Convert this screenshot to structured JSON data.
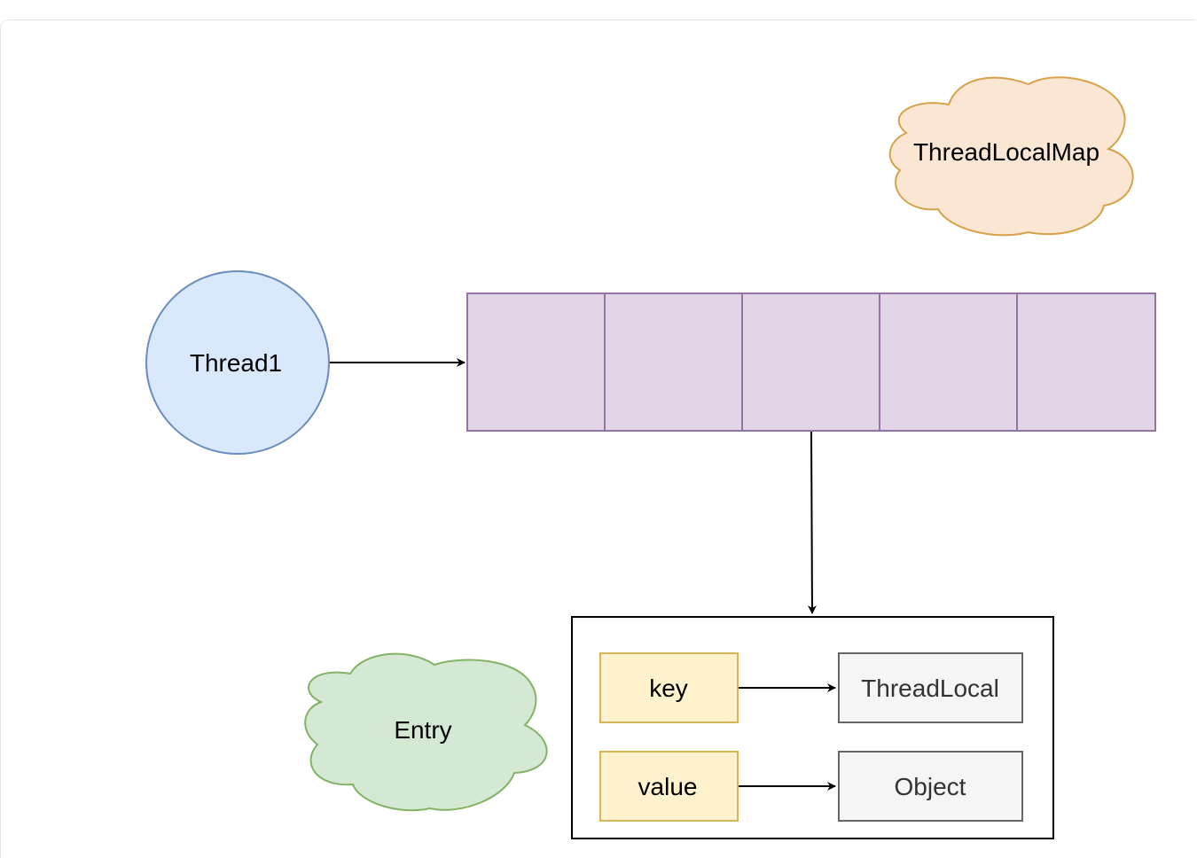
{
  "diagram": {
    "thread": {
      "label": "Thread1",
      "fill": "#dae8fc",
      "stroke": "#6c8ebf"
    },
    "map_cloud": {
      "label": "ThreadLocalMap",
      "fill": "#fae6d3",
      "stroke": "#d6a34a"
    },
    "array": {
      "cells": 5,
      "fill": "#e1d5e7",
      "stroke": "#9673a6"
    },
    "entry_cloud": {
      "label": "Entry",
      "fill": "#d5e8d4",
      "stroke": "#82b366"
    },
    "entry_box": {
      "rows": [
        {
          "field": "key",
          "target": "ThreadLocal"
        },
        {
          "field": "value",
          "target": "Object"
        }
      ],
      "field_fill": "#fff2cc",
      "field_stroke": "#d6b656",
      "target_fill": "#f5f5f5",
      "target_stroke": "#666666",
      "target_text_color": "#333333"
    }
  }
}
